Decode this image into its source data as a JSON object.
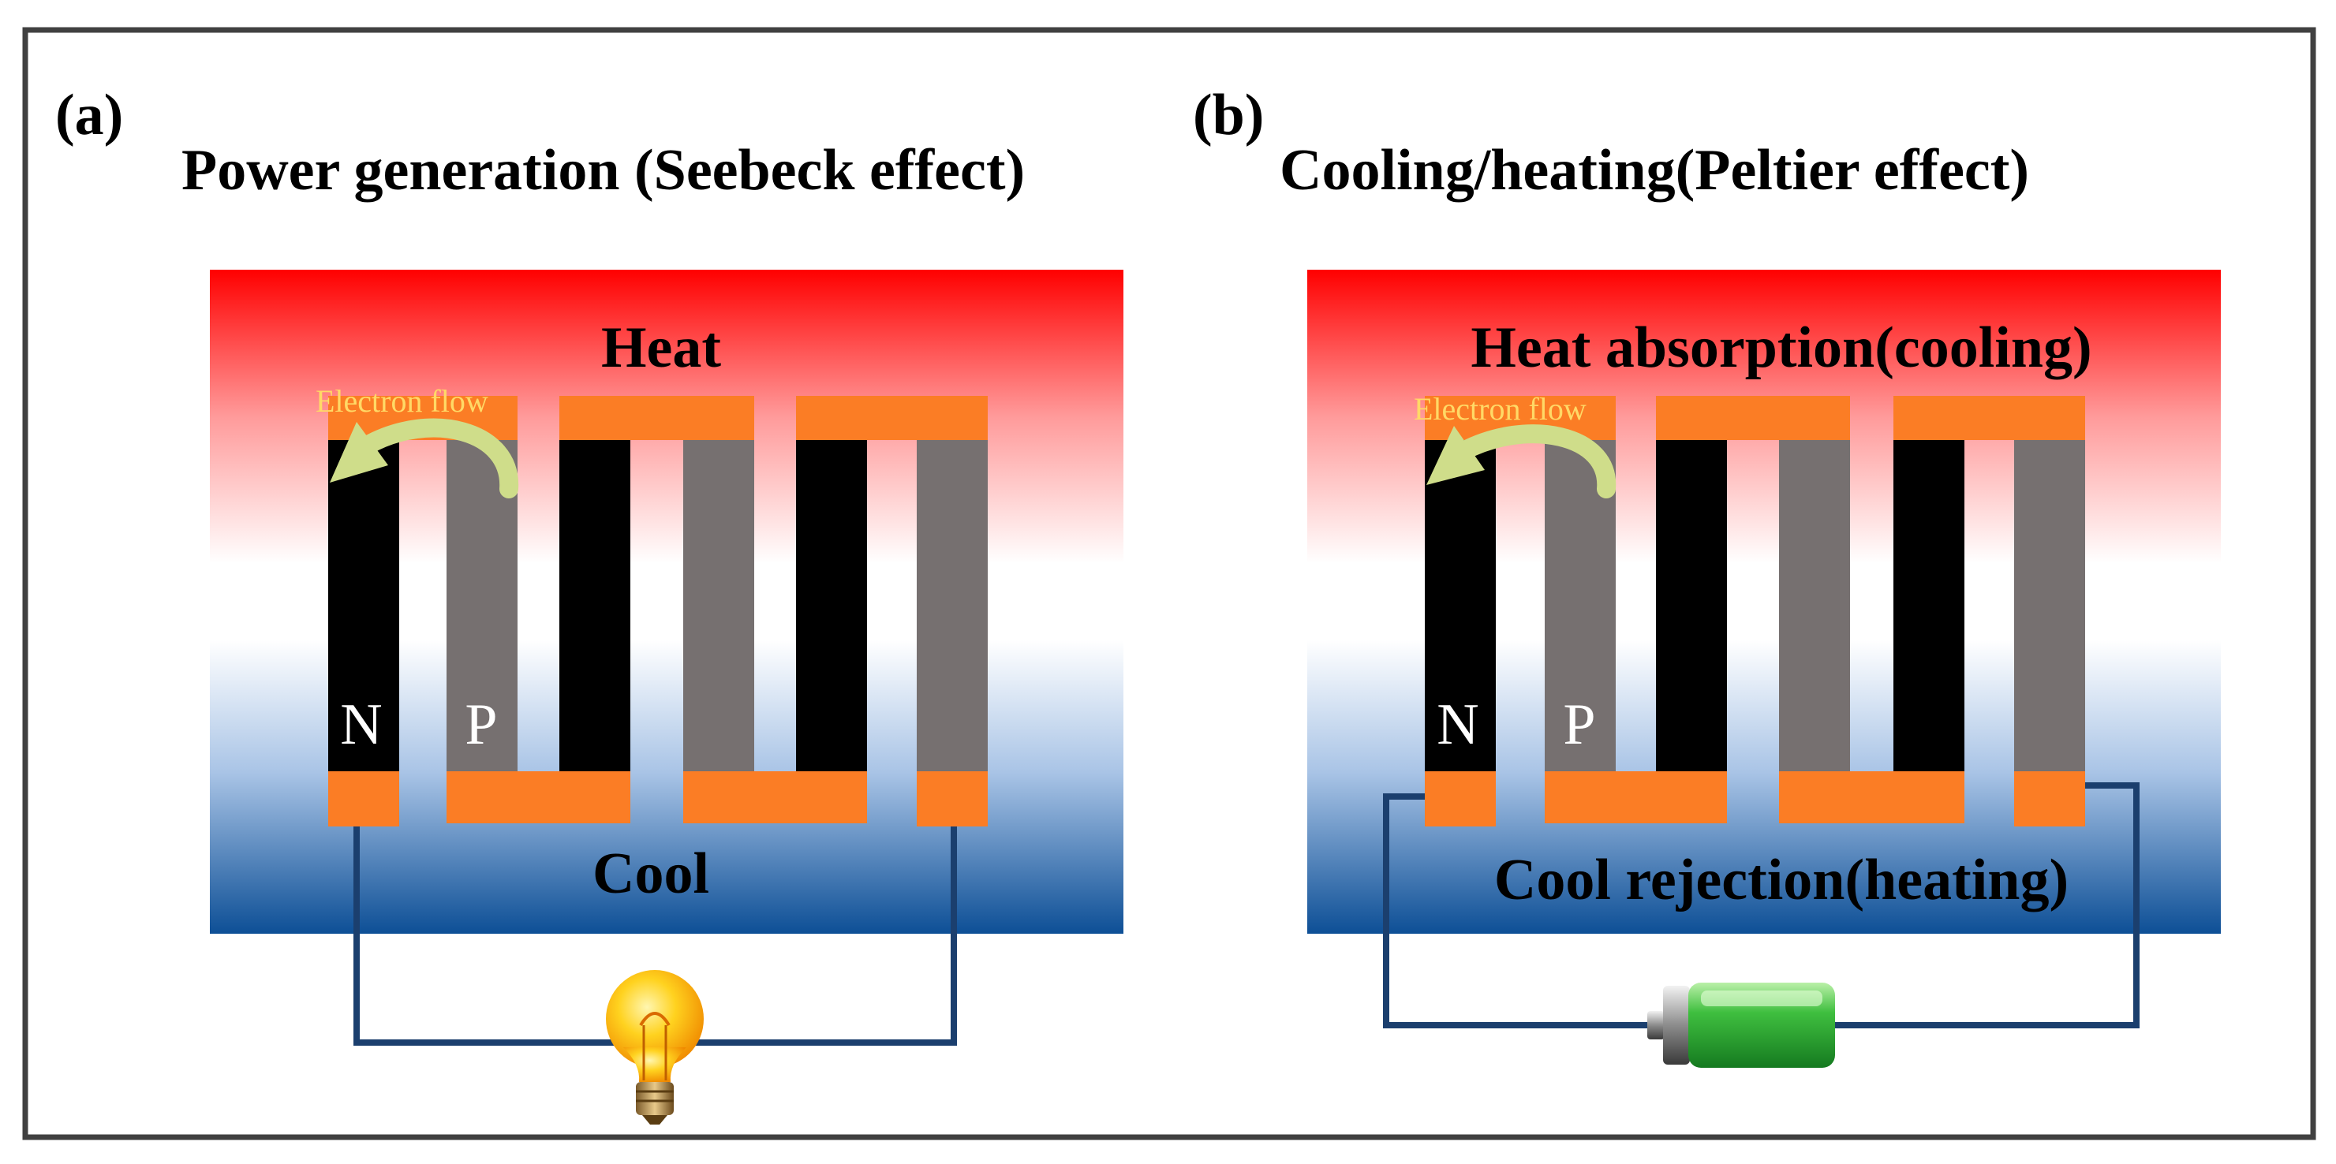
{
  "panels": [
    {
      "label": "(a)",
      "title": "Power generation (Seebeck effect)",
      "hot_text": "Heat",
      "cold_text": "Cool",
      "flow_text": "Electron flow",
      "n_label": "N",
      "p_label": "P",
      "load": "light-bulb-icon"
    },
    {
      "label": "(b)",
      "title": "Cooling/heating(Peltier effect)",
      "hot_text": "Heat absorption(cooling)",
      "cold_text": "Cool rejection(heating)",
      "flow_text": "Electron flow",
      "n_label": "N",
      "p_label": "P",
      "load": "battery-icon"
    }
  ],
  "colors": {
    "hot": "#ff0000",
    "cold": "#0d4f96",
    "n_leg": "#000000",
    "p_leg": "#767070",
    "electrode": "#fb7d25",
    "wire": "#1b3f6e",
    "flow_arrow": "#cfdd8a",
    "flow_text": "#ffd966",
    "border": "#404040"
  }
}
